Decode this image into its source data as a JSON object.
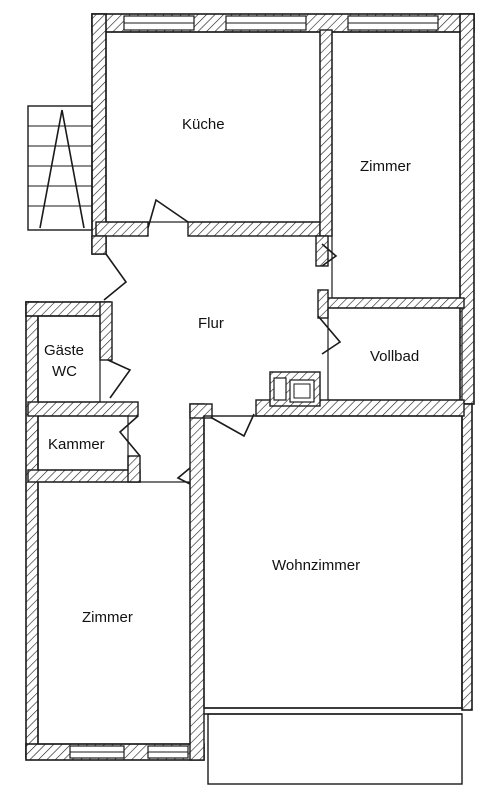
{
  "plan": {
    "rooms": {
      "kueche": "Küche",
      "zimmer_top": "Zimmer",
      "flur": "Flur",
      "gaeste_line1": "Gäste",
      "gaeste_line2": "WC",
      "vollbad": "Vollbad",
      "kammer": "Kammer",
      "wohnzimmer": "Wohnzimmer",
      "zimmer_bottom": "Zimmer"
    },
    "colors": {
      "wall_fill": "#cfcfcf",
      "ink": "#1a1a1a",
      "background": "#ffffff"
    }
  }
}
